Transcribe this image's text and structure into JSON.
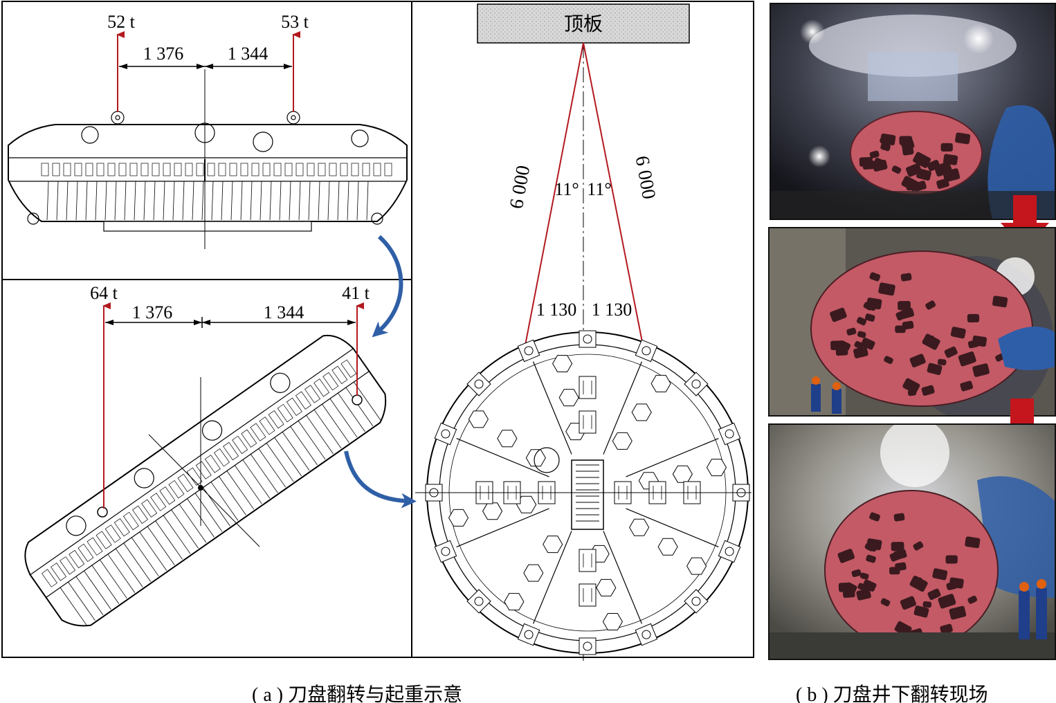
{
  "panel_a": {
    "caption": "( a ) 刀盘翻转与起重示意",
    "top_view": {
      "load_left": "52 t",
      "load_right": "53 t",
      "dim_left": "1 376",
      "dim_right": "1 344"
    },
    "tilted_view": {
      "load_left": "64 t",
      "load_right": "41 t",
      "dim_left": "1 376",
      "dim_right": "1 344"
    },
    "lift_view": {
      "roof_label": "顶板",
      "sling_left": "6 000",
      "sling_right": "6 000",
      "angle_left": "11°",
      "angle_right": "11°",
      "dim_left": "1 130",
      "dim_right": "1 130"
    }
  },
  "panel_b": {
    "caption": "( b ) 刀盘井下翻转现场"
  },
  "colors": {
    "sling": "#b3191f",
    "flow_arrow": "#2f5fa6",
    "step_arrow": "#c4161c",
    "cutterhead": "#c35a66"
  }
}
